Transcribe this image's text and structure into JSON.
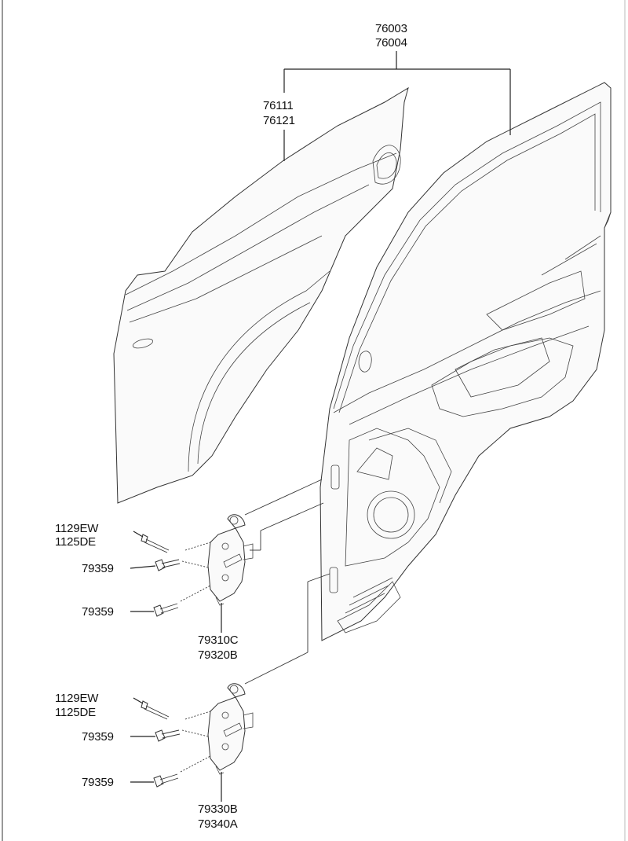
{
  "labels": {
    "door_assy_a": "76003",
    "door_assy_b": "76004",
    "panel_a": "76111",
    "panel_b": "76121",
    "upper_bolt_a": "1129EW",
    "upper_bolt_b": "1125DE",
    "upper_screw_1": "79359",
    "upper_screw_2": "79359",
    "upper_hinge_a": "79310C",
    "upper_hinge_b": "79320B",
    "lower_bolt_a": "1129EW",
    "lower_bolt_b": "1125DE",
    "lower_screw_1": "79359",
    "lower_screw_2": "79359",
    "lower_hinge_a": "79330B",
    "lower_hinge_b": "79340A"
  }
}
